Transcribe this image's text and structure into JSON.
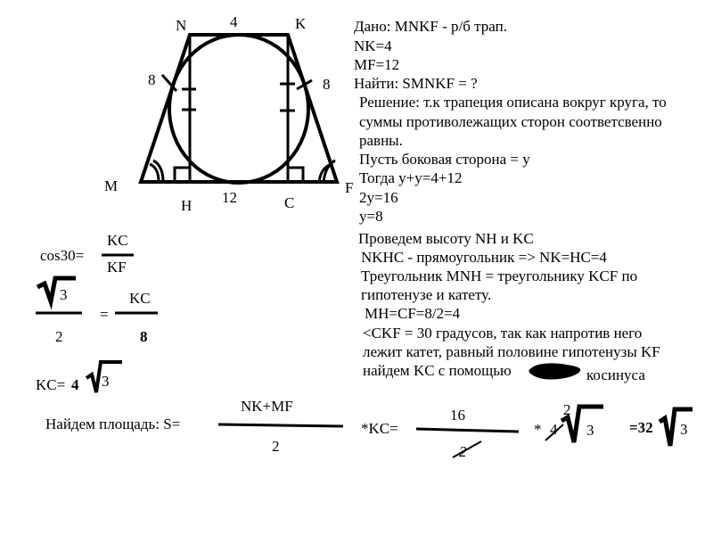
{
  "figure": {
    "vertices": {
      "N": "N",
      "K": "K",
      "M": "M",
      "F": "F",
      "H": "H",
      "C": "C"
    },
    "side_labels": {
      "top": "4",
      "left": "8",
      "right": "8",
      "bottom": "12"
    }
  },
  "given": {
    "l1": "Дано: MNKF - р/б трап.",
    "l2": "NK=4",
    "l3": "MF=12",
    "l4": "Найти: SMNKF = ?"
  },
  "solution": {
    "l1": "Решение: т.к трапеция описана вокруг круга, то",
    "l2": "суммы противолежащих сторон соответсвенно",
    "l3": "равны.",
    "l4": "Пусть боковая сторона = y",
    "l5": "Тогда y+y=4+12",
    "l6": "2y=16",
    "l7": "y=8",
    "l8": "Проведем высоту NH и KC",
    "l9": "NKHC - прямоугольник => NK=HC=4",
    "l10": "Треугольник MNH = треугольнику KCF по",
    "l11": "гипотенузе и катету.",
    "l12": "MH=CF=8/2=4",
    "l13": "<CKF = 30 градусов, так как напротив него",
    "l14": "лежит катет, равный половине гипотенузы KF",
    "l15": "найдем KC с помощью",
    "l16": "косинуса"
  },
  "cos_work": {
    "cos_label": "cos30=",
    "num1": "KC",
    "den1": "KF",
    "sqrt_arg": "3",
    "den2": "2",
    "eq": "=",
    "num2": "KC",
    "den3": "8",
    "kc_label": "KC=",
    "kc_coef": "4",
    "kc_sqrt_arg": "3"
  },
  "area": {
    "label": "Найдем площадь: S=",
    "num": "NK+MF",
    "den": "2",
    "mult_kc": "*KC=",
    "num16": "16",
    "den_crossed": "2",
    "star": "*",
    "four": "4",
    "two_above": "2",
    "sqrt_arg": "3",
    "eq_result": "=32",
    "result_sqrt_arg": "3"
  }
}
